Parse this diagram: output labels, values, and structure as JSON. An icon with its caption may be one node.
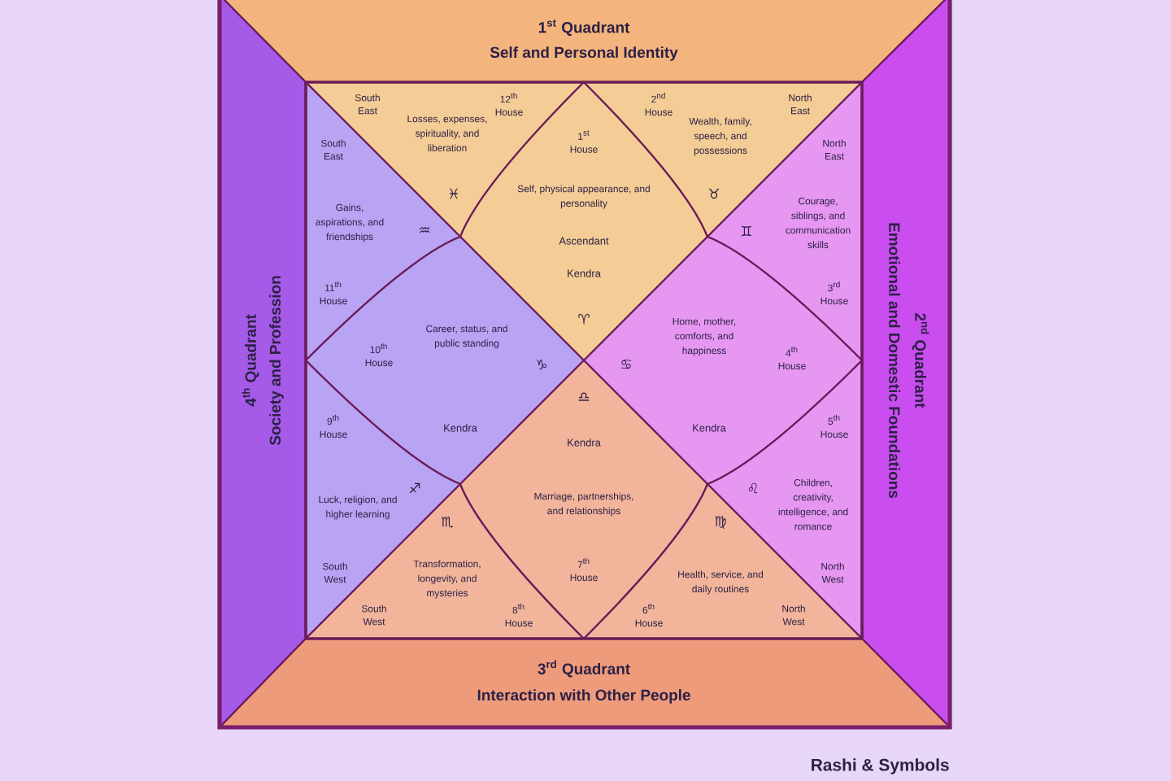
{
  "diagram": {
    "nodes": [
      {
        "text": [
          "1$^{st}$ Quadrant",
          "Self and Personal Identity"
        ]
      },
      {
        "text": [
          "South East",
          "12$^{th}$ House",
          "Losses, expenses, spirituality, and liberation",
          "♓"
        ]
      },
      {
        "text": [
          "1$^{st}$ House",
          "Self, physical appearance, and personality",
          "Ascendant",
          "Kendra",
          "♈"
        ]
      },
      {
        "text": [
          "2$^{nd}$ House",
          "North East",
          "Wealth, family, speech, and possessions",
          "♉"
        ]
      },
      {
        "text": [
          "4$^{th}$ Quadrant",
          "Society and Profession"
        ]
      },
      {
        "text": [
          "South East",
          "Gains, aspirations, and friendships",
          "♒",
          "11$^{th}$ House"
        ]
      },
      {
        "text": [
          "North East",
          "Courage, siblings, and communication skills",
          "♊",
          "3$^{rd}$ House"
        ]
      },
      {
        "text": [
          "Career, status, and public standing",
          "10$^{th}$ House",
          "♑",
          "Kendra"
        ]
      },
      {
        "text": [
          "Home, mother, comforts, and happiness",
          "♋",
          "4$^{th}$ House",
          "Kendra"
        ]
      },
      {
        "text": [
          "2$^{nd}$ Quadrant",
          "Emotional and Domestic Foundations"
        ]
      },
      {
        "text": [
          "9$^{th}$ House",
          "♐",
          "Luck, religion, and higher learning",
          "South West"
        ]
      },
      {
        "text": [
          "5$^{th}$ House",
          "♌",
          "Children, creativity, intelligence, and romance",
          "North West"
        ]
      },
      {
        "text": [
          "♏",
          "Transformation, longevity, and mysteries",
          "South West",
          "8$^{th}$ House"
        ]
      },
      {
        "text": [
          "♎",
          "Kendra",
          "Marriage, partnerships, and relationships",
          "7$^{th}$ House"
        ]
      },
      {
        "text": [
          "♍",
          "Health, service, and daily routines",
          "6$^{th}$ House",
          "North West"
        ]
      },
      {
        "text": [
          "3$^{rd}$ Quadrant",
          "Interaction with Other People"
        ]
      }
    ],
    "labels": [
      "Rashi & Symbols"
    ]
  }
}
